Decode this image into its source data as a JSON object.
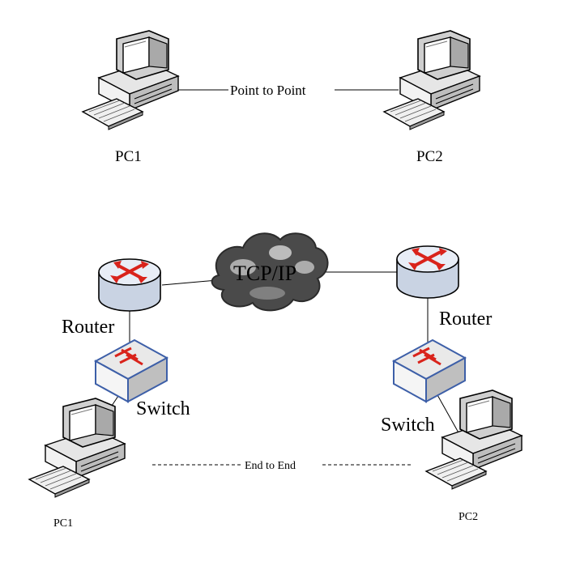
{
  "top_diagram": {
    "link_label": "Point  to Point",
    "left_pc_label": "PC1",
    "right_pc_label": "PC2"
  },
  "bottom_diagram": {
    "cloud_label": "TCP/IP",
    "left_router_label": "Router",
    "right_router_label": "Router",
    "left_switch_label": "Switch",
    "right_switch_label": "Switch",
    "end_to_end_label": "End to End",
    "left_pc_label": "PC1",
    "right_pc_label": "PC2"
  },
  "colors": {
    "router_arrows": "#d9231b",
    "switch_border": "#3d5fa8",
    "cloud_dark": "#3a3a3a",
    "device_body": "#d9d9d9"
  }
}
